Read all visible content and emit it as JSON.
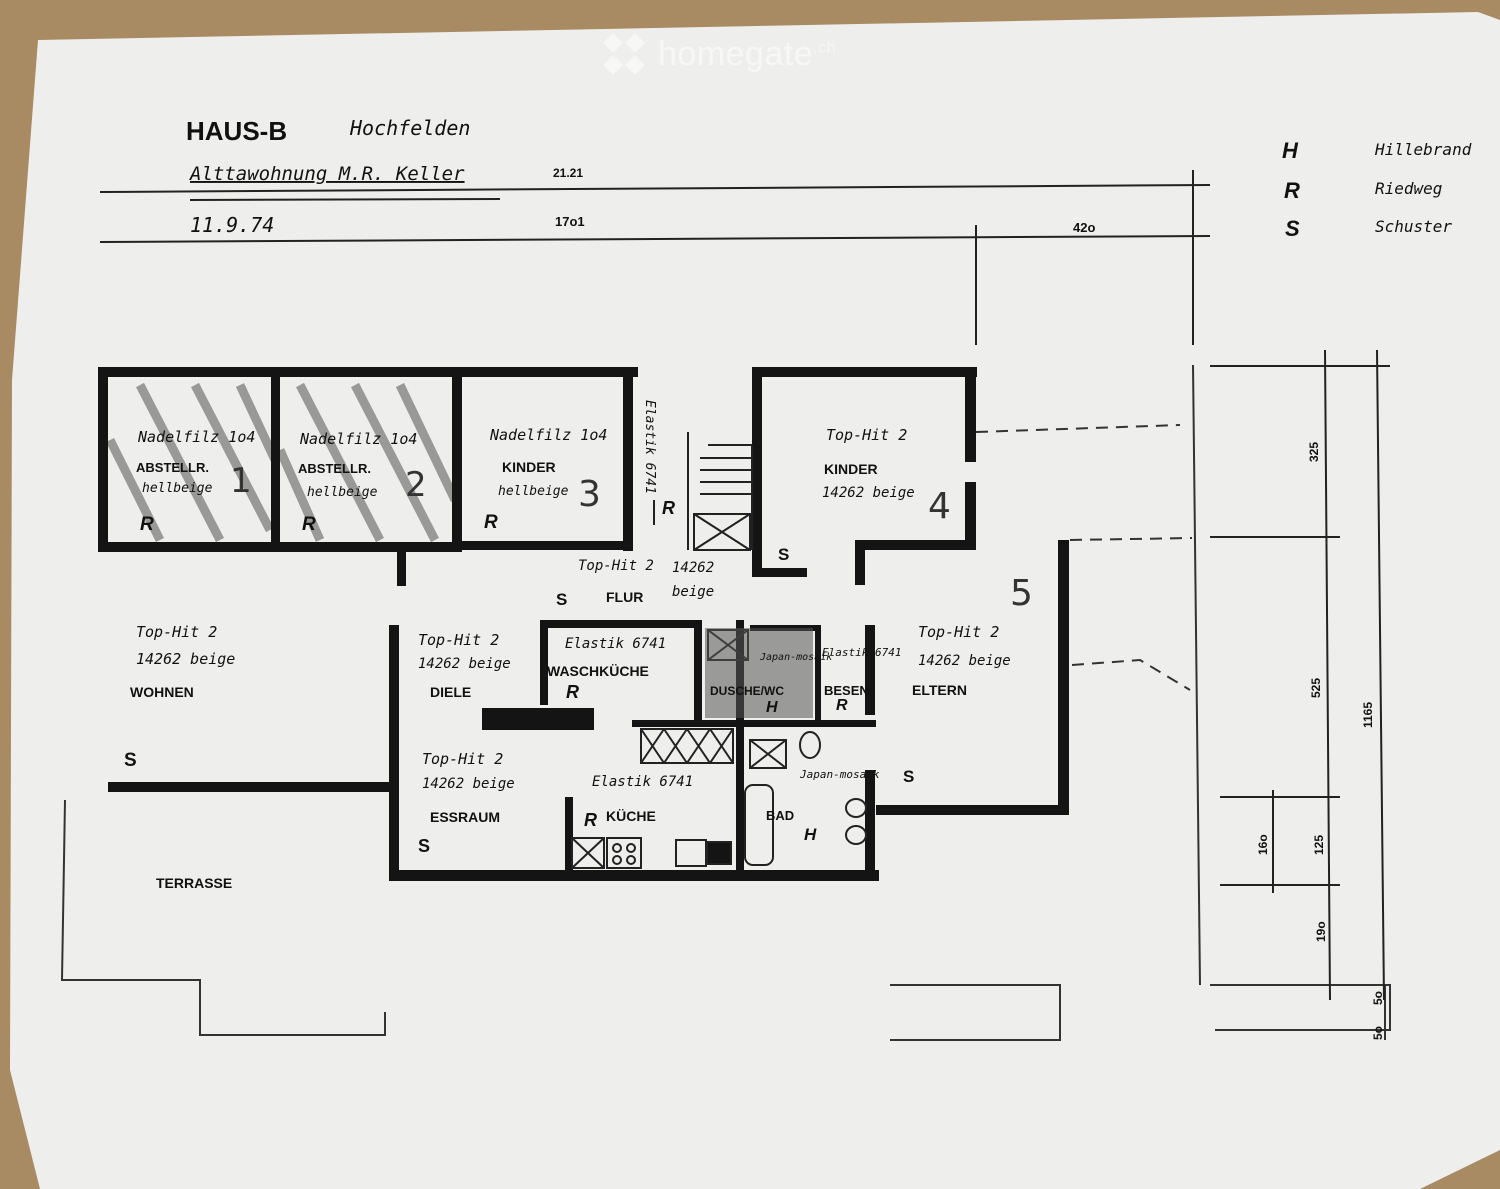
{
  "header": {
    "title": "HAUS-B",
    "location": "Hochfelden",
    "subtitle": "Alttawohnung M.R. Keller",
    "date": "11.9.74",
    "dim_top": "21.21",
    "dim_second": "17o1",
    "dim_right": "42o"
  },
  "legend": [
    {
      "code": "H",
      "name": "Hillebrand"
    },
    {
      "code": "R",
      "name": "Riedweg"
    },
    {
      "code": "S",
      "name": "Schuster"
    }
  ],
  "watermark": {
    "brand": "homegate",
    "suffix": ".ch"
  },
  "rooms": {
    "abstell1": {
      "name": "ABSTELLR.",
      "floor": "Nadelfilz 1o4",
      "color": "hellbeige",
      "number": "1",
      "code": "R"
    },
    "abstell2": {
      "name": "ABSTELLR.",
      "floor": "Nadelfilz 1o4",
      "color": "hellbeige",
      "number": "2",
      "code": "R"
    },
    "kinder3": {
      "name": "KINDER",
      "floor": "Nadelfilz 1o4",
      "color": "hellbeige",
      "number": "3",
      "code": "R"
    },
    "stair": {
      "floor": "Elastik 6741",
      "code": "R"
    },
    "kinder4": {
      "name": "KINDER",
      "floor": "Top-Hit 2",
      "color": "14262 beige",
      "number": "4",
      "code": "S"
    },
    "eltern": {
      "name": "ELTERN",
      "floor": "Top-Hit 2",
      "color": "14262 beige",
      "number": "5",
      "code": "S"
    },
    "flur": {
      "name": "FLUR",
      "floor": "Top-Hit 2",
      "color": "14262",
      "color2": "beige",
      "code": "S"
    },
    "wohnen": {
      "name": "WOHNEN",
      "floor": "Top-Hit 2",
      "color": "14262 beige",
      "code": "S"
    },
    "diele": {
      "name": "DIELE",
      "floor": "Top-Hit 2",
      "color": "14262 beige"
    },
    "waschkueche": {
      "name": "WASCHKÜCHE",
      "floor": "Elastik 6741",
      "code": "R"
    },
    "dusche": {
      "name": "DUSCHE/WC",
      "floor": "Japan-mosaik",
      "code": "H"
    },
    "besen": {
      "name": "BESEN",
      "floor": "Elastik 6741",
      "code": "R"
    },
    "essraum": {
      "name": "ESSRAUM",
      "floor": "Top-Hit 2",
      "color": "14262 beige",
      "code": "S"
    },
    "kueche": {
      "name": "KÜCHE",
      "floor": "Elastik 6741",
      "code": "R"
    },
    "bad": {
      "name": "BAD",
      "floor": "Japan-mosaik",
      "code": "H"
    },
    "terrasse": {
      "name": "TERRASSE"
    }
  },
  "dims": {
    "d325": "325",
    "d525": "525",
    "d1165": "1165",
    "d160": "16o",
    "d125": "125",
    "d190": "19o",
    "d50a": "5o",
    "d50b": "5o"
  }
}
